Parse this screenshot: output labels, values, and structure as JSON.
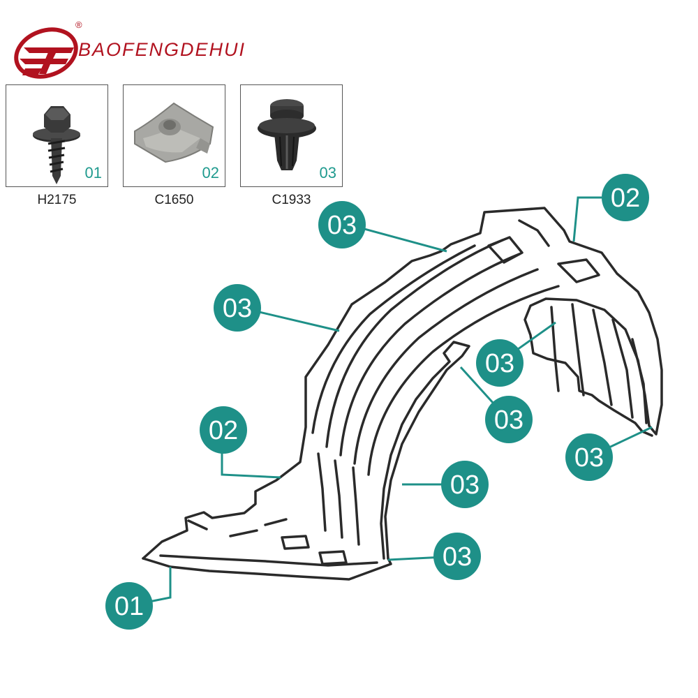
{
  "brand": {
    "name": "BAOFENGDEHUI",
    "mark": "BF",
    "registered": "®",
    "color": "#b1121f"
  },
  "accent_color": "#1e9088",
  "parts": [
    {
      "number": "01",
      "code": "H2175",
      "icon": "screw-with-washer-icon"
    },
    {
      "number": "02",
      "code": "C1650",
      "icon": "u-nut-clip-icon"
    },
    {
      "number": "03",
      "code": "C1933",
      "icon": "push-rivet-clip-icon"
    }
  ],
  "callouts": [
    {
      "label": "03"
    },
    {
      "label": "02"
    },
    {
      "label": "03"
    },
    {
      "label": "03"
    },
    {
      "label": "03"
    },
    {
      "label": "02"
    },
    {
      "label": "03"
    },
    {
      "label": "03"
    },
    {
      "label": "03"
    },
    {
      "label": "01"
    }
  ]
}
